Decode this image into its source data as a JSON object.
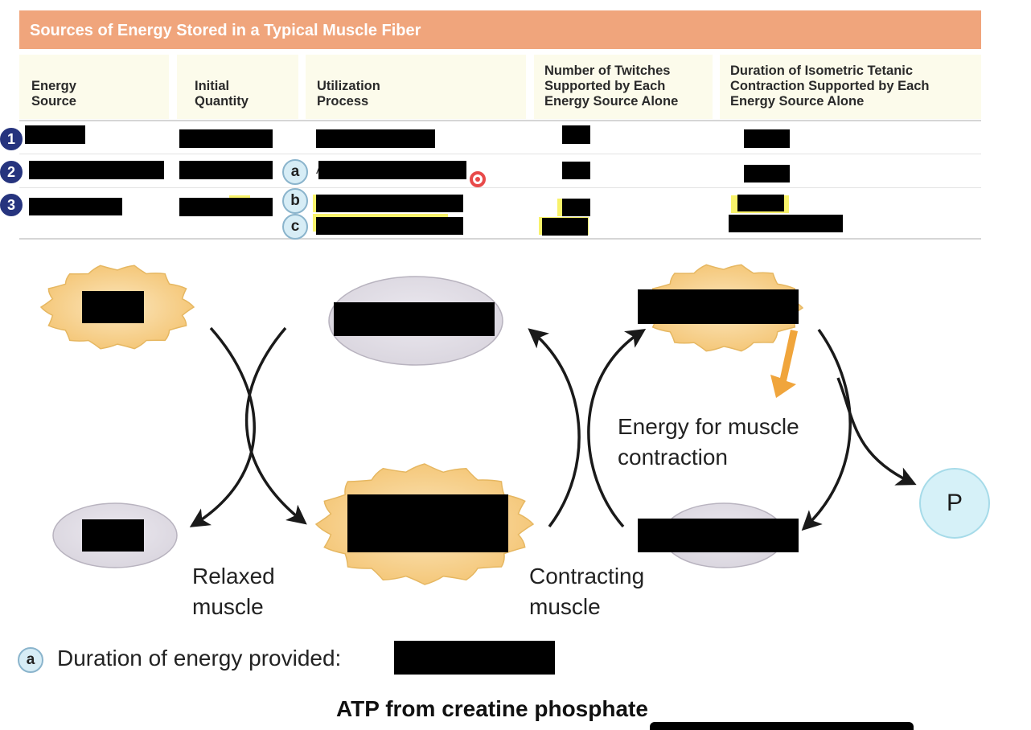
{
  "table": {
    "title": "Sources of Energy Stored in a Typical Muscle Fiber",
    "headers": {
      "energy_source": "Energy Source",
      "initial_quantity": "Initial Quantity",
      "utilization_process": "Utilization Process",
      "twitches": "Number of Twitches Supported by Each Energy Source Alone",
      "duration": "Duration of Isometric Tetanic Contraction Supported by Each Energy Source Alone"
    },
    "header_lines": {
      "energy_source": [
        "Energy",
        "Source"
      ],
      "initial_quantity": [
        "Initial",
        "Quantity"
      ],
      "utilization_process": [
        "Utilization",
        "Process"
      ],
      "twitches": [
        "Number of Twitches",
        "Supported by Each",
        "Energy Source Alone"
      ],
      "duration": [
        "Duration of Isometric Tetanic",
        "Contraction Supported by Each",
        "Energy Source Alone"
      ]
    },
    "row_numbers": [
      "1",
      "2",
      "3"
    ],
    "process_letters": [
      "a",
      "b",
      "c"
    ],
    "row2_process_prefix": "A"
  },
  "diagram": {
    "energy_label": "Energy for muscle contraction",
    "energy_label_lines": [
      "Energy for muscle",
      "contraction"
    ],
    "relaxed_label": "Relaxed muscle",
    "relaxed_label_lines": [
      "Relaxed",
      "muscle"
    ],
    "contracting_label": "Contracting muscle",
    "contracting_label_lines": [
      "Contracting",
      "muscle"
    ],
    "phosphate_symbol": "P"
  },
  "footnote": {
    "letter": "a",
    "text": "Duration of energy provided:"
  },
  "caption": "ATP from creatine phosphate",
  "colors": {
    "banner": "#f0a57c",
    "header_bg": "#fcfbeb",
    "number_badge": "#26347e",
    "letter_badge": "#d7edf6",
    "starburst_fill": "#f7d697",
    "ellipse_fill": "#e2dfe6",
    "phosphate_fill": "#d6f1f8",
    "arrow_orange": "#f0a53c",
    "highlight": "#f8f26a"
  }
}
